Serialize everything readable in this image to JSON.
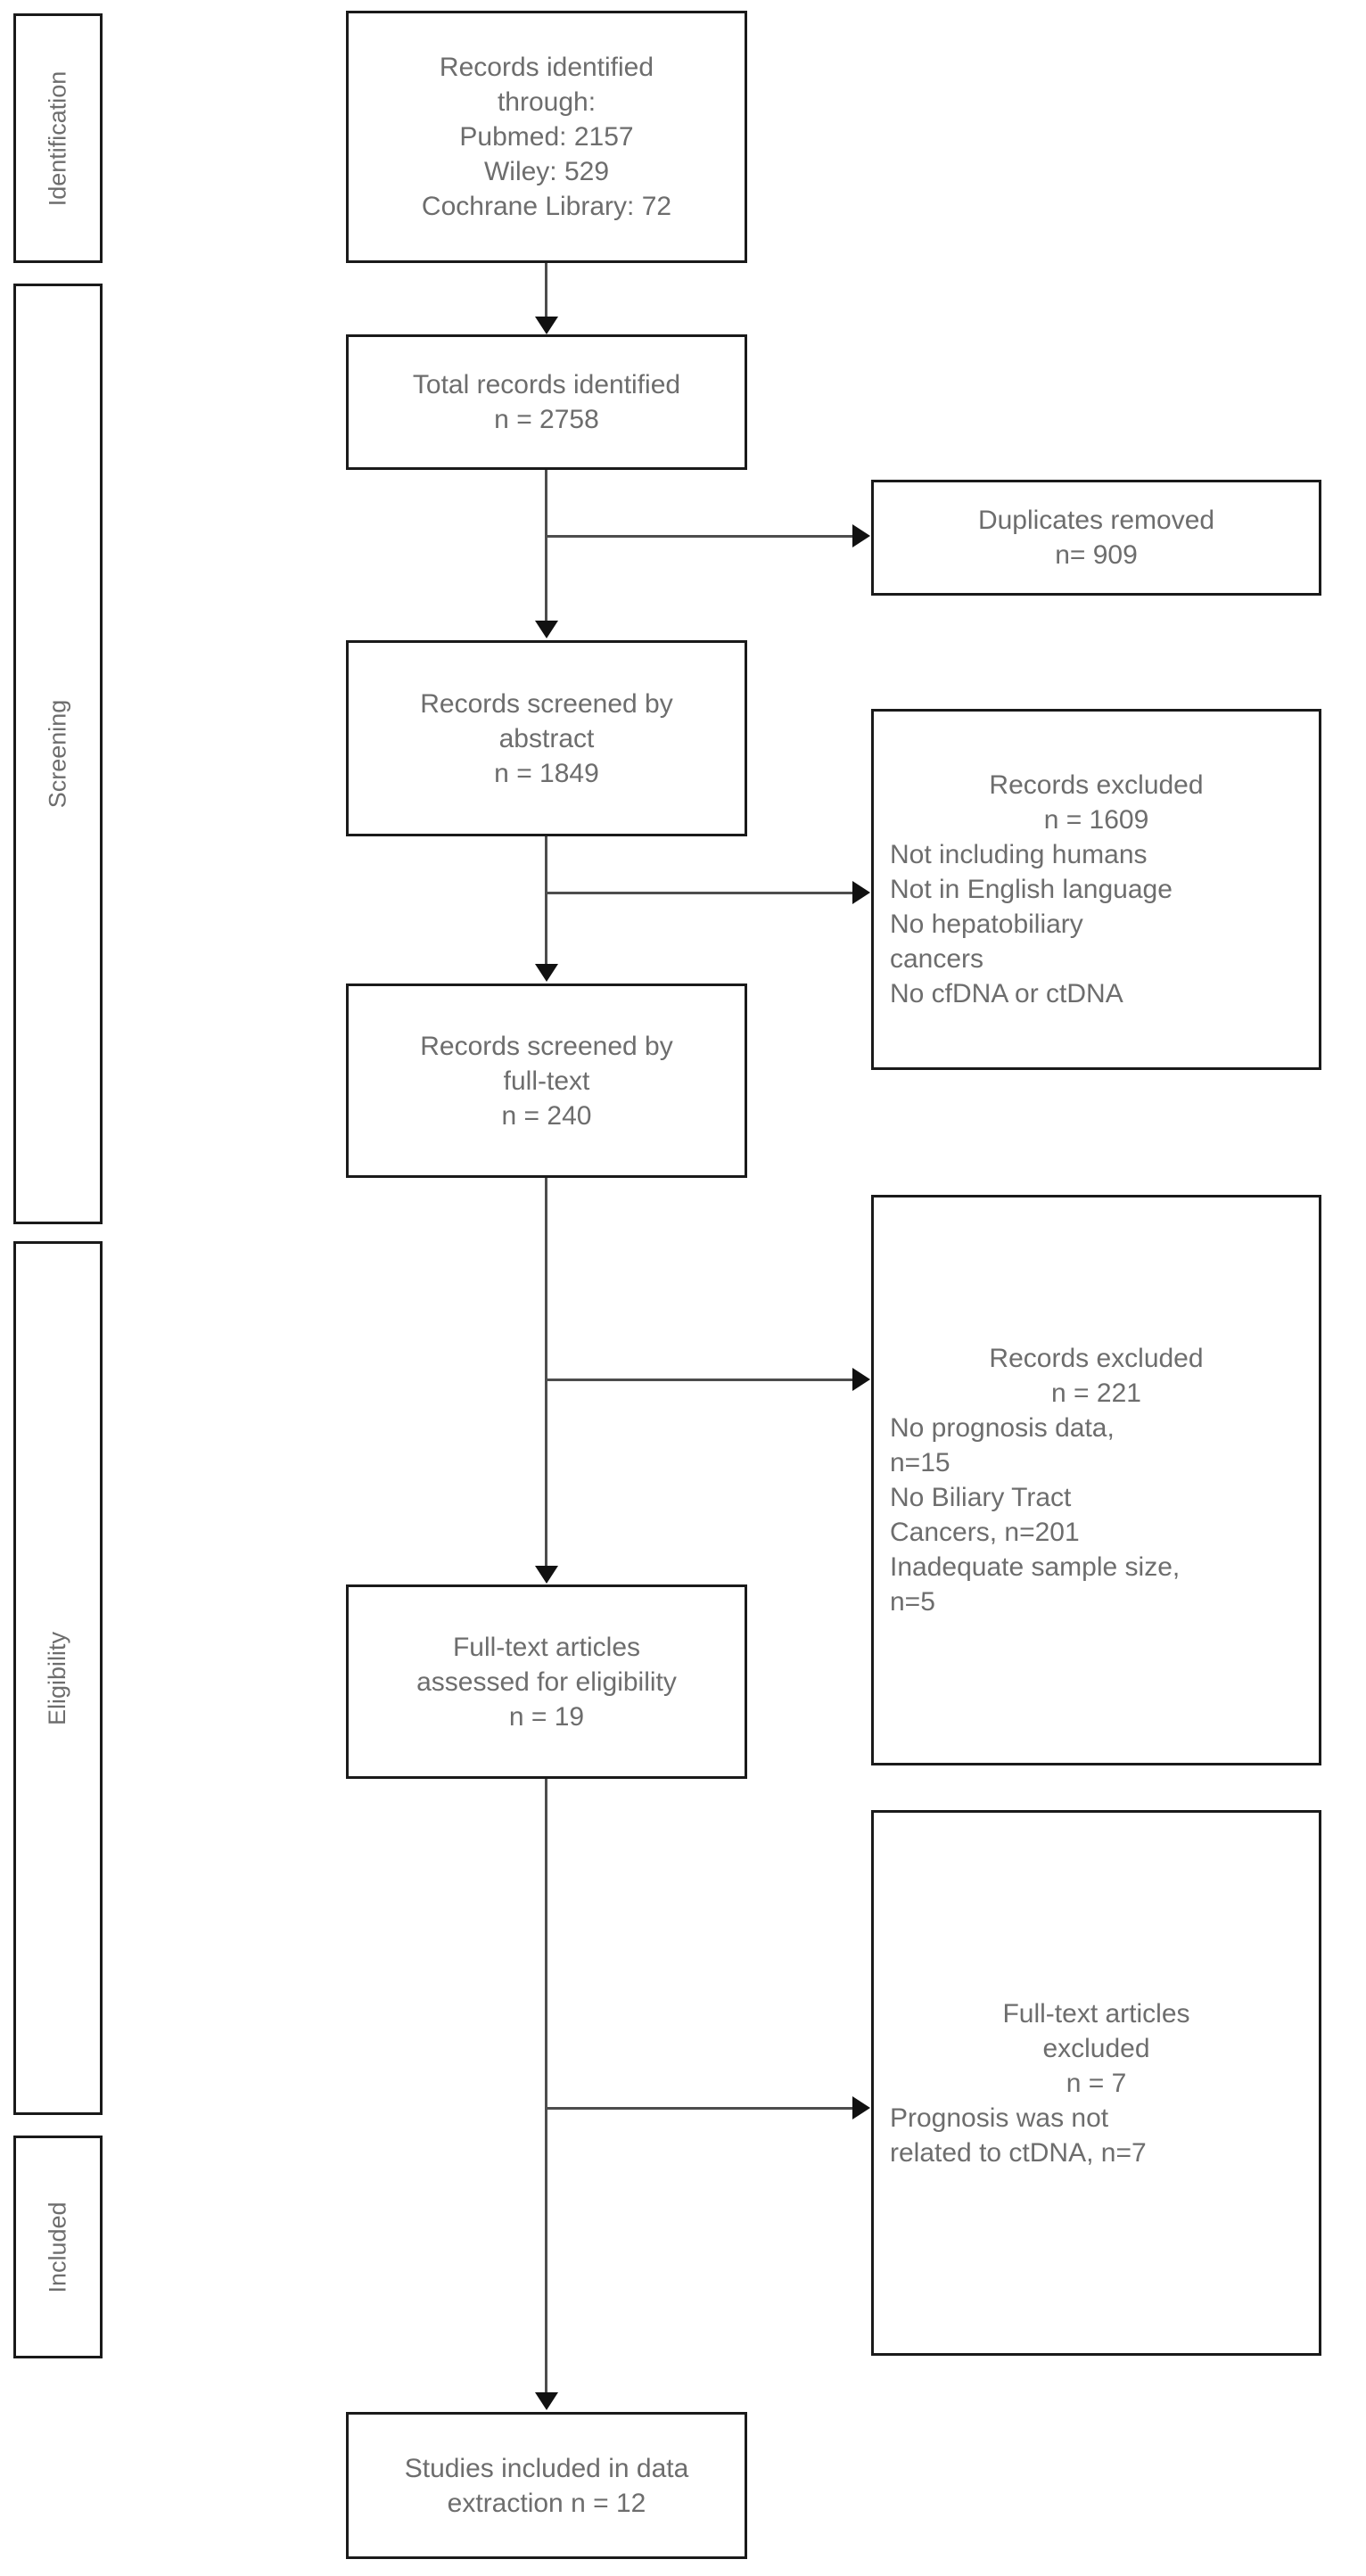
{
  "diagram": {
    "title": "PRISMA study selection flow diagram",
    "colors": {
      "box_border": "#1a1a1a",
      "text": "#6d6d6d",
      "connector": "#4d4d4d",
      "background": "#ffffff"
    }
  },
  "stages": [
    {
      "id": "identification",
      "label": "Identification"
    },
    {
      "id": "screening",
      "label": "Screening"
    },
    {
      "id": "eligibility",
      "label": "Eligibility"
    },
    {
      "id": "included",
      "label": "Included"
    }
  ],
  "flow_boxes": {
    "records_identified": {
      "text": "Records identified\nthrough:\nPubmed: 2157\nWiley: 529\nCochrane Library: 72",
      "sources": [
        {
          "name": "Pubmed",
          "count": 2157
        },
        {
          "name": "Wiley",
          "count": 529
        },
        {
          "name": "Cochrane Library",
          "count": 72
        }
      ]
    },
    "total_records": {
      "text": "Total records identified\nn = 2758",
      "n": 2758
    },
    "duplicates_removed": {
      "text": "Duplicates removed\nn= 909",
      "n": 909
    },
    "screened_abstract": {
      "text": "Records screened by\nabstract\nn = 1849",
      "n": 1849
    },
    "excluded_abstract": {
      "heading": "Records excluded\nn = 1609",
      "reasons": "Not including humans\nNot in English language\nNo hepatobiliary\ncancers\nNo cfDNA or ctDNA",
      "n": 1609
    },
    "screened_fulltext": {
      "text": "Records screened by\nfull-text\nn = 240",
      "n": 240
    },
    "excluded_fulltext": {
      "heading": "Records excluded\nn = 221",
      "reasons": "No prognosis data,\nn=15\nNo Biliary Tract\nCancers, n=201\nInadequate sample size,\nn=5",
      "n": 221,
      "breakdown": [
        {
          "reason": "No prognosis data",
          "n": 15
        },
        {
          "reason": "No Biliary Tract Cancers",
          "n": 201
        },
        {
          "reason": "Inadequate sample size",
          "n": 5
        }
      ]
    },
    "fulltext_assessed": {
      "text": "Full-text articles\nassessed for eligibility\nn = 19",
      "n": 19
    },
    "fulltext_excluded": {
      "heading": "Full-text articles\nexcluded\nn = 7",
      "reasons": "Prognosis was not\nrelated to ctDNA, n=7",
      "n": 7
    },
    "studies_included": {
      "text": "Studies included in data\nextraction n = 12",
      "n": 12
    }
  }
}
